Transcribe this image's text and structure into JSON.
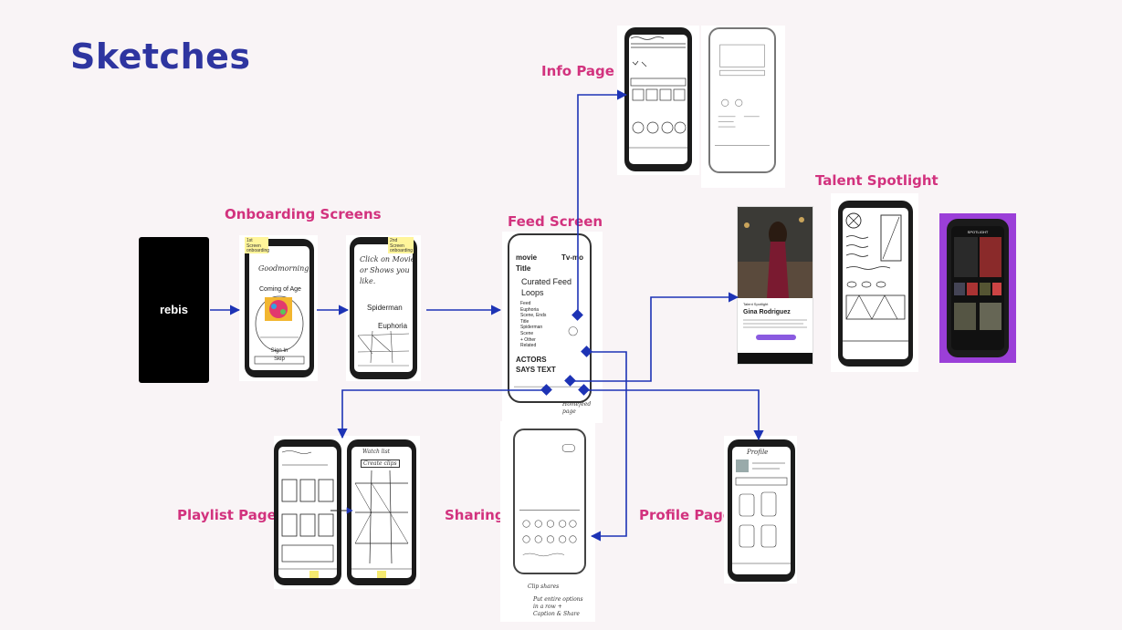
{
  "page": {
    "title": "Sketches"
  },
  "labels": {
    "info_page": "Info Page",
    "onboarding": "Onboarding Screens",
    "feed": "Feed Screen",
    "talent": "Talent Spotlight",
    "playlist": "Playlist Page",
    "sharing": "Sharing",
    "profile": "Profile Page"
  },
  "colors": {
    "title": "#2e35a0",
    "label": "#d2327e",
    "arrow": "#1d33b5"
  },
  "splash": {
    "logo": "rebis"
  },
  "onboarding1": {
    "sticky": "1st Screen onboarding",
    "greeting": "Goodmorning, Lyric",
    "coming": "Coming of Age",
    "sign_in": "Sign In",
    "skip": "Skip"
  },
  "onboarding2": {
    "sticky": "2nd Screen onboarding",
    "line1": "Click on Movies",
    "line2": "or Shows you",
    "line3": "like.",
    "spiderman": "Spiderman",
    "euphoria": "Euphoria"
  },
  "feed": {
    "movie": "movie",
    "tvmo": "Tv-mo",
    "title": "Title",
    "curated": "Curated Feed",
    "loops": "Loops",
    "list": [
      "Feed",
      "Euphoria",
      "Scene, Ends",
      "Title",
      "Spiderman",
      "Scene",
      "+ Other",
      "Related"
    ],
    "actors": "ACTORS",
    "says": "SAYS TEXT",
    "note_bottom": "Homefeed page"
  },
  "talent": {
    "kicker": "Talent Spotlight",
    "name": "Gina Rodriguez",
    "spotlight_label": "SPOTLIGHT"
  },
  "playlist": {
    "header": "Watch list",
    "button": "Create clips"
  },
  "sharing": {
    "notes": [
      "Clip shares",
      "Put entire options",
      "in a row +",
      "Caption & Share"
    ]
  },
  "profile": {
    "header": "Profile"
  }
}
